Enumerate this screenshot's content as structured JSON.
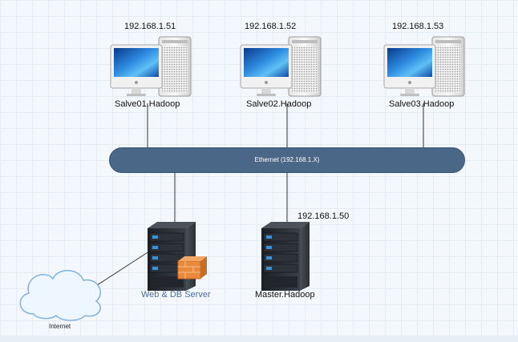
{
  "workstations": [
    {
      "ip": "192.168.1.51",
      "label": "Salve01.Hadoop"
    },
    {
      "ip": "192.168.1.52",
      "label": "Salve02.Hadoop"
    },
    {
      "ip": "192.168.1.53",
      "label": "Salve03.Hadoop"
    }
  ],
  "network": {
    "label": "Ethernet (192.168.1.X)"
  },
  "servers": {
    "web_db": {
      "label": "Web & DB Server"
    },
    "master": {
      "ip": "192.168.1.50",
      "label": "Master.Hadoop"
    }
  },
  "internet": {
    "label": "Internet"
  },
  "colors": {
    "bus": "#4a6788",
    "label_blue": "#4a6f9d",
    "server_dark": "#2a2f36",
    "server_led": "#3d8fd6",
    "firewall": "#e9893a",
    "cloud_fill": "#eef7ff",
    "cloud_stroke": "#7fb2dd"
  }
}
